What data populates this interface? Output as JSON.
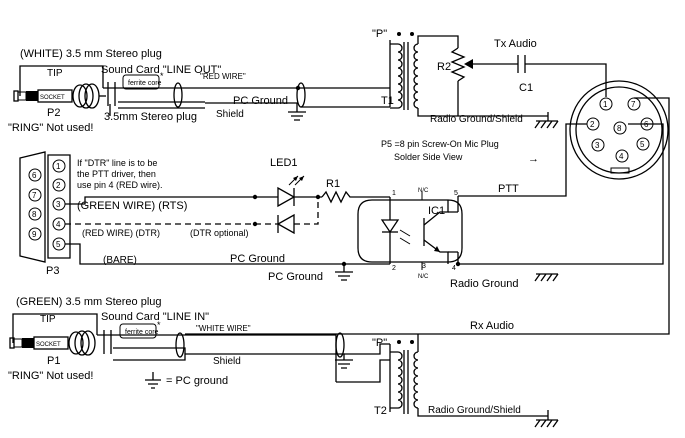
{
  "top": {
    "plug_title": "(WHITE) 3.5 mm Stereo plug",
    "tip": "TIP",
    "jack_name": "P2",
    "ring_note": "\"RING\" Not used!",
    "sound_card": "Sound Card \"LINE OUT\"",
    "ferrite": "ferrite core",
    "ferrite_star": "*",
    "plug_label": "3.5mm Stereo plug",
    "red_wire": "\"RED WIRE\"",
    "pc_ground": "PC Ground",
    "shield": "Shield",
    "p_marker": "\"P\"",
    "transformer": "T1",
    "pot": "R2",
    "tx_audio": "Tx Audio",
    "cap": "C1",
    "radio_ground": "Radio Ground/Shield"
  },
  "mic_plug": {
    "title_line1": "P5 =8 pin Screw-On Mic Plug",
    "title_line2": "Solder Side View",
    "arrow": "→",
    "pins": [
      "1",
      "2",
      "3",
      "4",
      "5",
      "6",
      "7",
      "8"
    ]
  },
  "middle": {
    "db9_pins": [
      "6",
      "7",
      "8",
      "9",
      "1",
      "2",
      "3",
      "4",
      "5"
    ],
    "db9_name": "P3",
    "dtr_note_1": "If \"DTR\" line is to be",
    "dtr_note_2": "the PTT driver, then",
    "dtr_note_3": "use pin 4 (RED wire).",
    "green_wire": "(GREEN WIRE) (RTS)",
    "red_wire": "(RED WIRE) (DTR)",
    "dtr_optional": "(DTR optional)",
    "bare": "(BARE)",
    "led": "LED1",
    "resistor": "R1",
    "ic": "IC1",
    "pin1": "1",
    "pin2": "2",
    "pin3": "3",
    "pin4": "4",
    "pin5": "5",
    "nc": "N/C",
    "ptt": "PTT",
    "pc_ground_bus": "PC Ground",
    "pc_ground": "PC Ground",
    "radio_ground": "Radio Ground"
  },
  "bottom": {
    "plug_title": "(GREEN) 3.5 mm Stereo plug",
    "tip": "TIP",
    "jack_name": "P1",
    "ring_note": "\"RING\" Not used!",
    "sound_card": "Sound Card \"LINE IN\"",
    "ferrite": "ferrite core",
    "ferrite_star": "*",
    "white_wire": "\"WHITE WIRE\"",
    "rx_audio": "Rx Audio",
    "shield": "Shield",
    "p_marker": "\"P\"",
    "transformer": "T2",
    "radio_ground": "Radio Ground/Shield",
    "legend": "= PC ground"
  }
}
